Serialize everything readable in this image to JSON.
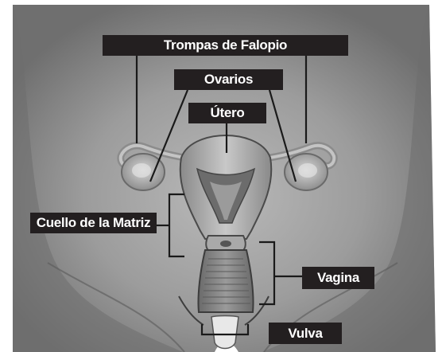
{
  "labels": {
    "trompas": "Trompas de Falopio",
    "ovarios": "Ovarios",
    "utero": "Útero",
    "cuello": "Cuello de la Matriz",
    "vagina": "Vagina",
    "vulva": "Vulva"
  },
  "colors": {
    "label_background": "#231f20",
    "label_text": "#ffffff",
    "skin": "#8c8c8c",
    "organ": "#b5b5b5"
  }
}
